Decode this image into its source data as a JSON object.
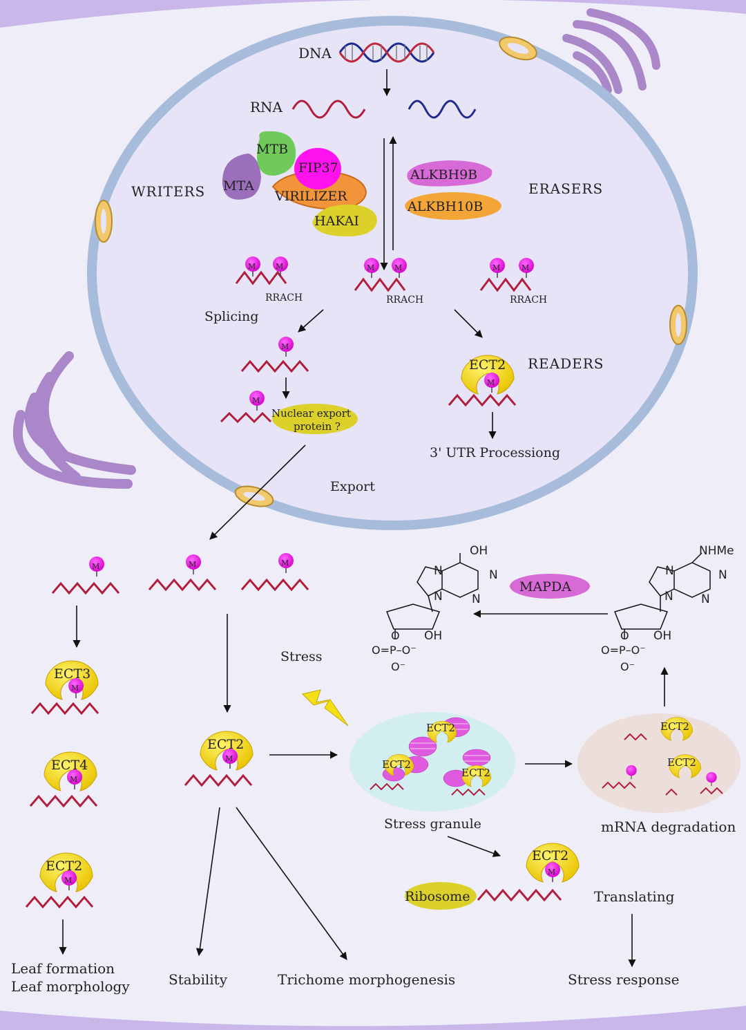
{
  "nucleus": {
    "dna_label": "DNA",
    "rna_label": "RNA",
    "writers_label": "WRITERS",
    "erasers_label": "ERASERS",
    "readers_label": "READERS",
    "writers": [
      "MTB",
      "MTA",
      "FIP37",
      "VIRILIZER",
      "HAKAI"
    ],
    "erasers": [
      "ALKBH9B",
      "ALKBH10B"
    ],
    "motif": "RRACH",
    "splicing_label": "Splicing",
    "nuclear_export_line1": "Nuclear export",
    "nuclear_export_line2": "protein ?",
    "reader_ect2": "ECT2",
    "utr_label": "3' UTR Processiong",
    "export_label": "Export",
    "m6a_mark": "M"
  },
  "cytoplasm": {
    "readers": [
      "ECT3",
      "ECT4",
      "ECT2",
      "ECT2"
    ],
    "stress_label": "Stress",
    "stress_granule_label": "Stress granule",
    "mrna_degradation_label": "mRNA degradation",
    "mapda_label": "MAPDA",
    "ribosome_label": "Ribosome",
    "translating_label": "Translating",
    "outcomes": {
      "leaf1": "Leaf formation",
      "leaf2": "Leaf morphology",
      "stability": "Stability",
      "trichome": "Trichome morphogenesis",
      "stress_response": "Stress response"
    }
  },
  "chem": {
    "left_top_group": "OH",
    "right_top_group": "NHMe",
    "sugar_oh": "OH",
    "ring_n": "N",
    "phosphate_line1": "O",
    "phosphate_line2": "O=P–O⁻",
    "phosphate_line3": "O⁻"
  }
}
